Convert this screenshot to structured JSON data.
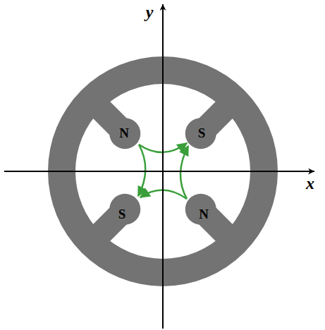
{
  "diagram": {
    "labels": [
      "y",
      "N",
      "S",
      "x",
      "S",
      "N"
    ]
  }
}
